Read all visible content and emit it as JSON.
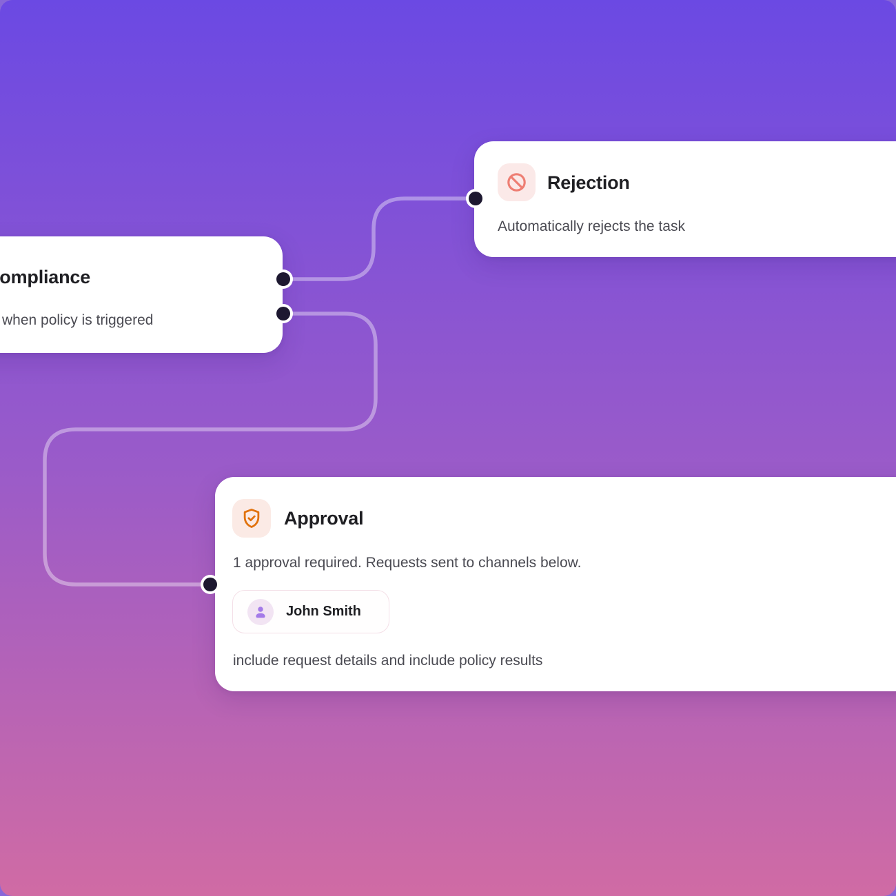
{
  "canvas": {
    "outer_background": "#8867d8",
    "gradient_top": "#6b49e3",
    "gradient_mid": "#9a5bc9",
    "gradient_bottom": "#d06ba4",
    "connector_color": "rgba(255,255,255,0.38)",
    "port_dot_color": "#1d1830",
    "port_ring_color": "#ffffff"
  },
  "nodes": {
    "compliance": {
      "title": "Compliance",
      "description": "when policy is triggered"
    },
    "rejection": {
      "title": "Rejection",
      "description": "Automatically rejects the task",
      "icon": "ban-icon",
      "icon_color": "#ee7e73",
      "icon_bg": "#fbe9e8"
    },
    "approval": {
      "title": "Approval",
      "description": "1 approval required. Requests sent to channels below.",
      "footer": "include request details and include policy results",
      "icon": "shield-check-icon",
      "icon_color": "#e1720d",
      "icon_bg": "#fbeae5",
      "approver_name": "John Smith",
      "approver_icon_color": "#a47ae8"
    }
  }
}
